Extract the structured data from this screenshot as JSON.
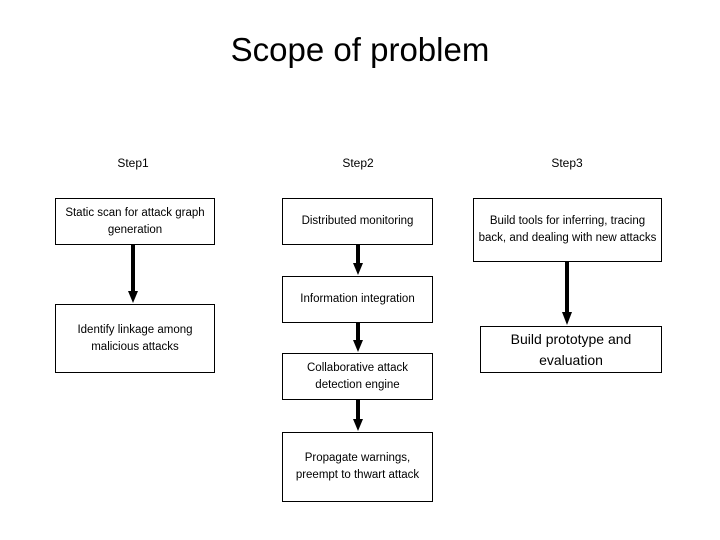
{
  "slide": {
    "title": "Scope of problem",
    "background_color": "#ffffff",
    "text_color": "#000000",
    "box_border_color": "#000000"
  },
  "columns": [
    {
      "header": "Step1",
      "boxes": [
        {
          "text": "Static scan for attack graph generation"
        },
        {
          "text": "Identify linkage among malicious attacks"
        }
      ],
      "arrows": 1
    },
    {
      "header": "Step2",
      "boxes": [
        {
          "text": "Distributed monitoring"
        },
        {
          "text": "Information integration"
        },
        {
          "text": "Collaborative attack detection engine"
        },
        {
          "text": "Propagate warnings, preempt to thwart attack"
        }
      ],
      "arrows": 3
    },
    {
      "header": "Step3",
      "boxes": [
        {
          "text": "Build tools for inferring, tracing back, and dealing with new attacks"
        },
        {
          "text": "Build prototype and evaluation"
        }
      ],
      "arrows": 1
    }
  ],
  "icons": {
    "arrow_down": "arrow-down-icon"
  }
}
